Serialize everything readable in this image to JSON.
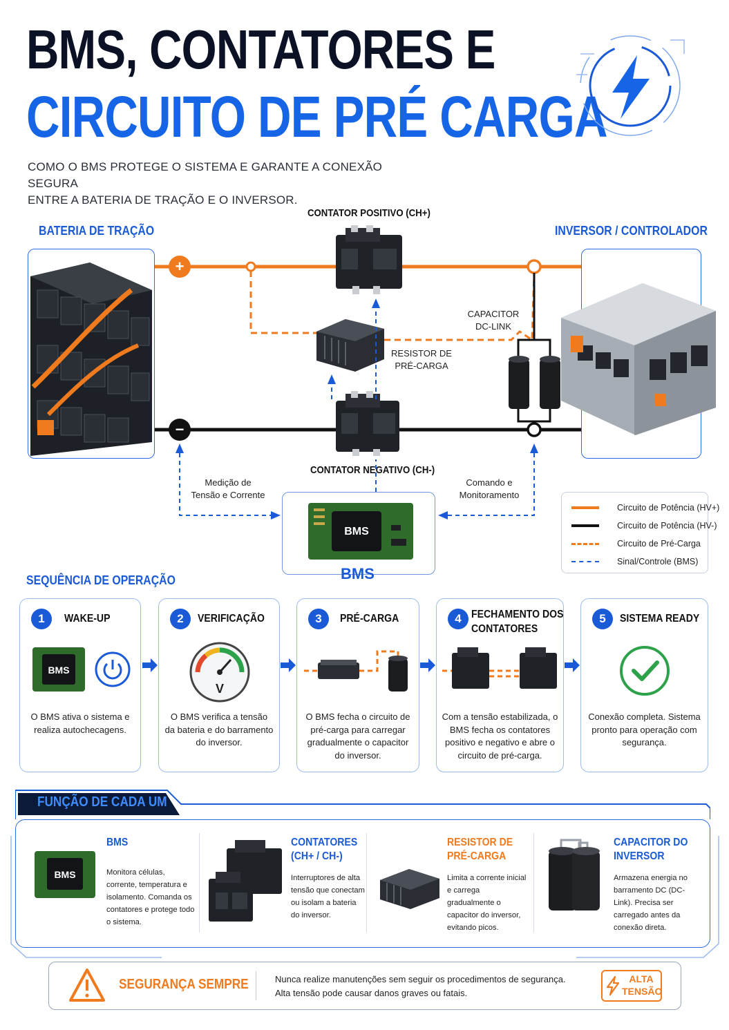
{
  "header": {
    "title_line1": "BMS, CONTATORES E",
    "title_line2": "CIRCUITO DE PRÉ CARGA",
    "subtitle_line1": "COMO O BMS PROTEGE O SISTEMA E GARANTE A CONEXÃO SEGURA",
    "subtitle_line2": "ENTRE A BATERIA DE TRAÇÃO E O INVERSOR."
  },
  "diagram": {
    "battery_label": "BATERIA DE TRAÇÃO",
    "inverter_label": "INVERSOR / CONTROLADOR",
    "contactor_pos_label": "CONTATOR POSITIVO (CH+)",
    "contactor_neg_label": "CONTATOR NEGATIVO (CH-)",
    "resistor_label_1": "RESISTOR DE",
    "resistor_label_2": "PRÉ-CARGA",
    "capacitor_label_1": "CAPACITOR",
    "capacitor_label_2": "DC-LINK",
    "bms_chip_text": "BMS",
    "bms_label": "BMS",
    "plus_symbol": "+",
    "minus_symbol": "−",
    "measure_label_1": "Medição de",
    "measure_label_2": "Tensão e Corrente",
    "command_label_1": "Comando e",
    "command_label_2": "Monitoramento"
  },
  "legend": {
    "items": [
      {
        "label": "Circuito de Potência (HV+)",
        "color": "#f07a1e",
        "style": "solid"
      },
      {
        "label": "Circuito de Potência (HV-)",
        "color": "#111111",
        "style": "solid"
      },
      {
        "label": "Circuito de Pré-Carga",
        "color": "#f07a1e",
        "style": "dashed"
      },
      {
        "label": "Sinal/Controle (BMS)",
        "color": "#1a5ad6",
        "style": "dashed"
      }
    ]
  },
  "sequence": {
    "title": "SEQUÊNCIA DE OPERAÇÃO",
    "steps": [
      {
        "num": "1",
        "title": "WAKE-UP",
        "title2": "",
        "desc": "O BMS ativa o sistema e realiza autochecagens.",
        "icon": "power-icon"
      },
      {
        "num": "2",
        "title": "VERIFICAÇÃO",
        "title2": "",
        "desc": "O BMS verifica a tensão da bateria e do barramento do inversor.",
        "icon": "voltmeter-icon"
      },
      {
        "num": "3",
        "title": "PRÉ-CARGA",
        "title2": "",
        "desc": "O BMS fecha o circuito de pré-carga para carregar gradualmente o capacitor do inversor.",
        "icon": "resistor-capacitor-icon"
      },
      {
        "num": "4",
        "title": "FECHAMENTO DOS",
        "title2": "CONTATORES",
        "desc": "Com a tensão estabilizada, o BMS fecha os contatores positivo e negativo e abre o circuito de pré-carga.",
        "icon": "contactors-icon"
      },
      {
        "num": "5",
        "title": "SISTEMA READY",
        "title2": "",
        "desc": "Conexão completa. Sistema pronto para operação com segurança.",
        "icon": "checkmark-icon"
      }
    ],
    "step1_chip": "BMS",
    "step2_unit": "V"
  },
  "functions": {
    "title": "FUNÇÃO DE CADA UM",
    "items": [
      {
        "title1": "BMS",
        "title2": "",
        "color": "#1a5ad6",
        "desc": "Monitora células, corrente, temperatura e isolamento. Comanda os contatores e protege todo o sistema.",
        "chip": "BMS"
      },
      {
        "title1": "CONTATORES",
        "title2": "(CH+ / CH-)",
        "color": "#1a5ad6",
        "desc": "Interruptores de alta tensão que conectam ou isolam a bateria do inversor."
      },
      {
        "title1": "RESISTOR DE",
        "title2": "PRÉ-CARGA",
        "color": "#f07a1e",
        "desc": "Limita a corrente inicial e carrega gradualmente o capacitor do inversor, evitando picos."
      },
      {
        "title1": "CAPACITOR DO",
        "title2": "INVERSOR",
        "color": "#1a5ad6",
        "desc": "Armazena energia no barramento DC (DC-Link). Precisa ser carregado antes da conexão direta."
      }
    ]
  },
  "safety": {
    "title": "SEGURANÇA SEMPRE",
    "line1": "Nunca realize manutenções sem seguir os procedimentos de segurança.",
    "line2": "Alta tensão pode causar danos graves ou fatais.",
    "badge_line1": "ALTA",
    "badge_line2": "TENSÃO"
  },
  "colors": {
    "accent_blue": "#1a5ad6",
    "accent_orange": "#f07a1e",
    "dark": "#0c1226"
  }
}
